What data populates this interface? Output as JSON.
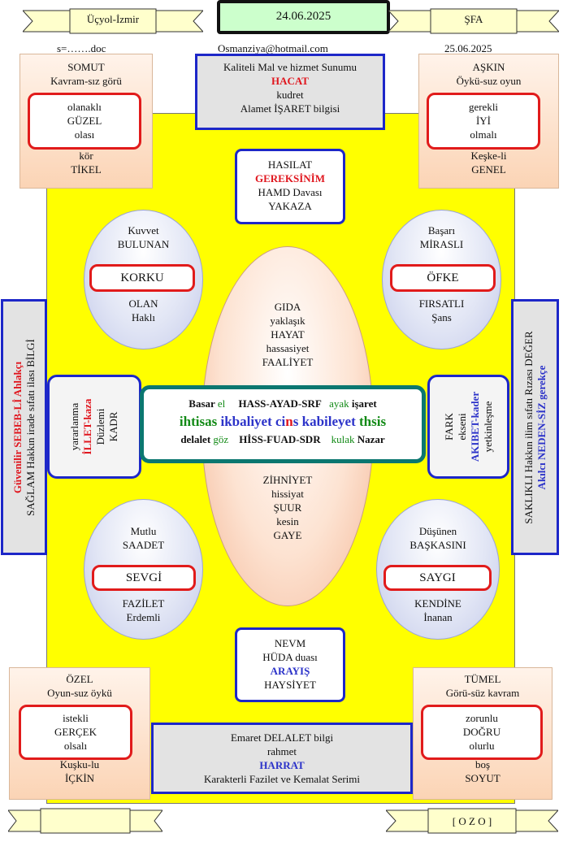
{
  "header": {
    "left_scroll": "Üçyol-İzmir",
    "date_top": "24.06.2025",
    "right_scroll": "ŞFA",
    "file_label": "s=…….doc",
    "email": "Osmanziya@hotmail.com",
    "date_right": "25.06.2025"
  },
  "top_center": {
    "line1": "Kaliteli Mal ve hizmet Sunumu",
    "line2": "HACAT",
    "line3": "kudret",
    "line4": "Alamet İŞARET bilgisi"
  },
  "top_left": {
    "line1": "SOMUT",
    "line2": "Kavram-sız görü",
    "inner": [
      "olanaklı",
      "GÜZEL",
      "olası"
    ],
    "line3": "kör",
    "line4": "TİKEL"
  },
  "top_right": {
    "line1": "AŞKIN",
    "line2": "Öykü-suz oyun",
    "inner": [
      "gerekli",
      "İYİ",
      "olmalı"
    ],
    "line3": "Keşke-li",
    "line4": "GENEL"
  },
  "hasilat": {
    "line1": "HASILAT",
    "line2": "GEREKSİNİM",
    "line3": "HAMD Davası",
    "line4": "YAKAZA"
  },
  "ellipse_tl": {
    "top1": "Kuvvet",
    "top2": "BULUNAN",
    "box": "KORKU",
    "bot1": "OLAN",
    "bot2": "Haklı"
  },
  "ellipse_tr": {
    "top1": "Başarı",
    "top2": "MİRASLI",
    "box": "ÖFKE",
    "bot1": "FIRSATLI",
    "bot2": "Şans"
  },
  "ellipse_bl": {
    "top1": "Mutlu",
    "top2": "SAADET",
    "box": "SEVGİ",
    "bot1": "FAZİLET",
    "bot2": "Erdemli"
  },
  "ellipse_br": {
    "top1": "Düşünen",
    "top2": "BAŞKASINI",
    "box": "SAYGI",
    "bot1": "KENDİNE",
    "bot2": "İnanan"
  },
  "center_oval": {
    "upper": [
      "GIDA",
      "yaklaşık",
      "HAYAT",
      "hassasiyet",
      "FAALİYET"
    ],
    "lower": [
      "ZİHNİYET",
      "hissiyat",
      "ŞUUR",
      "kesin",
      "GAYE"
    ]
  },
  "center_bar": {
    "row1": {
      "a": "Basar",
      "b": "el",
      "c": "HASS-AYAD-SRF",
      "d": "ayak",
      "e": "işaret"
    },
    "row2": {
      "w1": "ihtisas",
      "w2": "ikbaliyet",
      "w3a": "ci",
      "w3b": "n",
      "w3c": "s",
      "w4": "kabileyet",
      "w5": "thsis"
    },
    "row3": {
      "a": "delalet",
      "b": "göz",
      "c": "HİSS-FUAD-SDR",
      "d": "kulak",
      "e": "Nazar"
    }
  },
  "left_side": {
    "line1": "yararlanma",
    "line2": "İLLET-kaza",
    "line3": "Düzlemi",
    "line4": "KADR"
  },
  "right_side": {
    "line1": "FARK",
    "line2": "ekseni",
    "line3": "AKIBET-kader",
    "line4": "yetkinleşme"
  },
  "far_left": {
    "line1": "Güvenilir SEBEB-Lİ Ahlakçı",
    "line2": "SAĞLAM Hakkın irade sıfatı  ilası BİLGİ"
  },
  "far_right": {
    "line1": "SAKLIKLI Hakkın ilim sıfatı Rızası DEĞER",
    "line2": "Akılcı NEDEN-SİZ gerekçe"
  },
  "nevm": {
    "line1": "NEVM",
    "line2": "HÜDA duası",
    "line3": "ARAYIŞ",
    "line4": "HAYSİYET"
  },
  "bottom_left": {
    "line1": "ÖZEL",
    "line2": "Oyun-suz öykü",
    "inner": [
      "istekli",
      "GERÇEK",
      "olsalı"
    ],
    "line3": "Kuşku-lu",
    "line4": "İÇKİN"
  },
  "bottom_right": {
    "line1": "TÜMEL",
    "line2": "Görü-süz kavram",
    "inner": [
      "zorunlu",
      "DOĞRU",
      "olurlu"
    ],
    "line3": "boş",
    "line4": "SOYUT"
  },
  "bottom_center": {
    "line1": "Emaret DELALET bilgi",
    "line2": "rahmet",
    "line3": "HARRAT",
    "line4": "Karakterli Fazilet ve Kemalat Serimi"
  },
  "footer": {
    "right_scroll": "[ O Z O ]"
  }
}
